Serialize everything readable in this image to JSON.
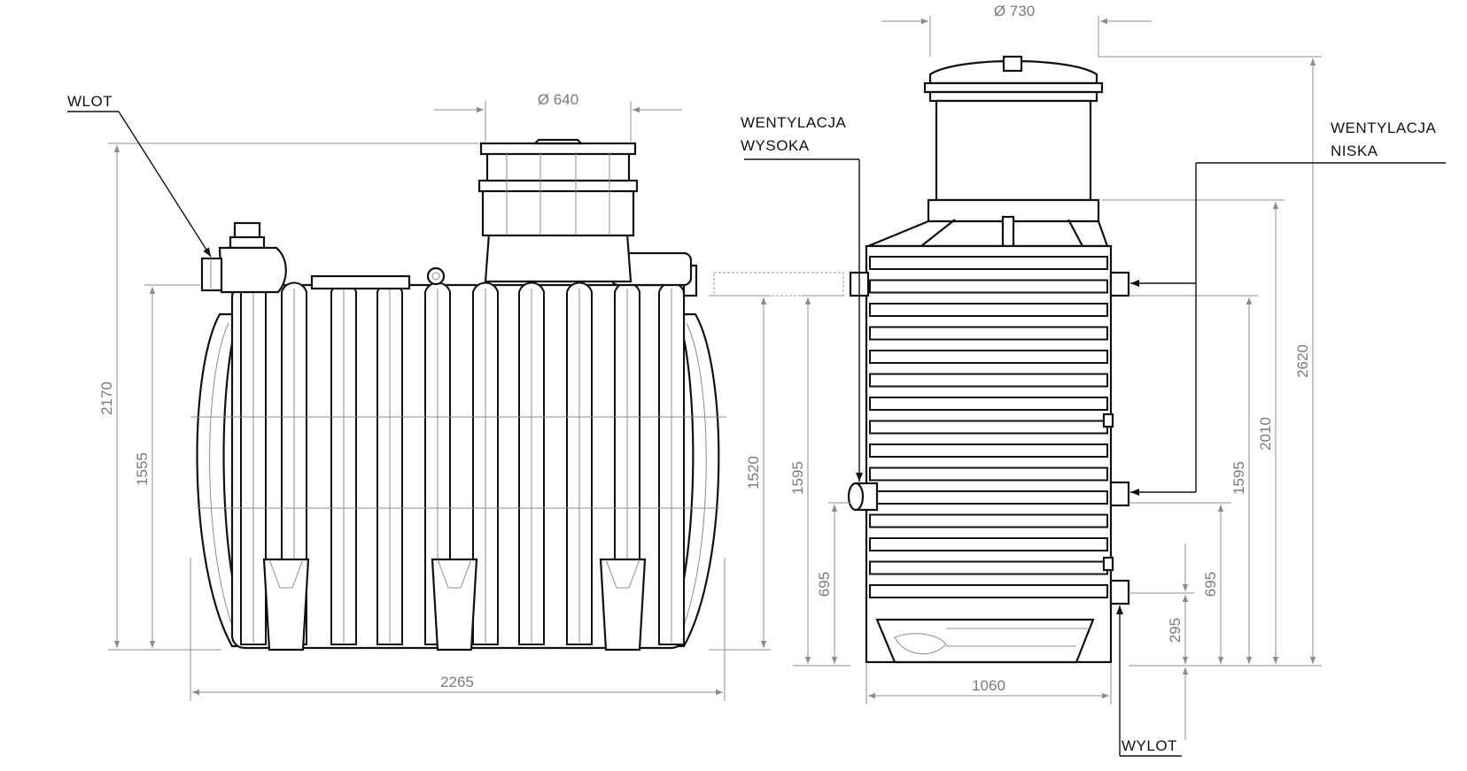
{
  "labels": {
    "wlot": "WLOT",
    "wylot": "WYLOT",
    "went_high_1": "WENTYLACJA",
    "went_high_2": "WYSOKA",
    "went_low_1": "WENTYLACJA",
    "went_low_2": "NISKA"
  },
  "dimensions": {
    "d640": "Ø 640",
    "d730": "Ø 730",
    "h2170": "2170",
    "h1555": "1555",
    "w2265": "2265",
    "h1520": "1520",
    "h1595_left": "1595",
    "h695_left": "695",
    "w1060": "1060",
    "h295": "295",
    "h695_right": "695",
    "h1595_right": "1595",
    "h2010": "2010",
    "h2620": "2620"
  },
  "colors": {
    "line": "#111111",
    "dimension": "#8c8c8c",
    "background": "#ffffff"
  }
}
